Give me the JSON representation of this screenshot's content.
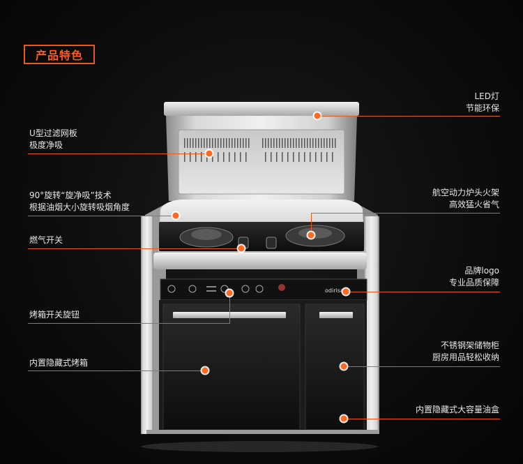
{
  "section_title": "产品特色",
  "features": {
    "filter_panel": {
      "line1": "U型过滤网板",
      "line2": "极度净吸"
    },
    "rotation": {
      "line1": "90°旋转“旋净吸”技术",
      "line2": "根据油烟大小旋转吸烟角度"
    },
    "gas_switch": {
      "line1": "燃气开关"
    },
    "oven_knob": {
      "line1": "烤箱开关旋钮"
    },
    "hidden_oven": {
      "line1": "内置隐藏式烤箱"
    },
    "led": {
      "line1": "LED灯",
      "line2": "节能环保"
    },
    "burner": {
      "line1": "航空动力炉头火架",
      "line2": "高效猛火省气"
    },
    "brand_logo": {
      "line1": "品牌logo",
      "line2": "专业品质保障"
    },
    "cabinet": {
      "line1": "不锈钢架储物柜",
      "line2": "厨房用品轻松收纳"
    },
    "oil_box": {
      "line1": "内置隐藏式大容量油盒"
    }
  },
  "brand_text": "odirisa",
  "colors": {
    "accent": "#ff5a1e",
    "line": "#e85a1a",
    "background": "#0c0c0c"
  }
}
